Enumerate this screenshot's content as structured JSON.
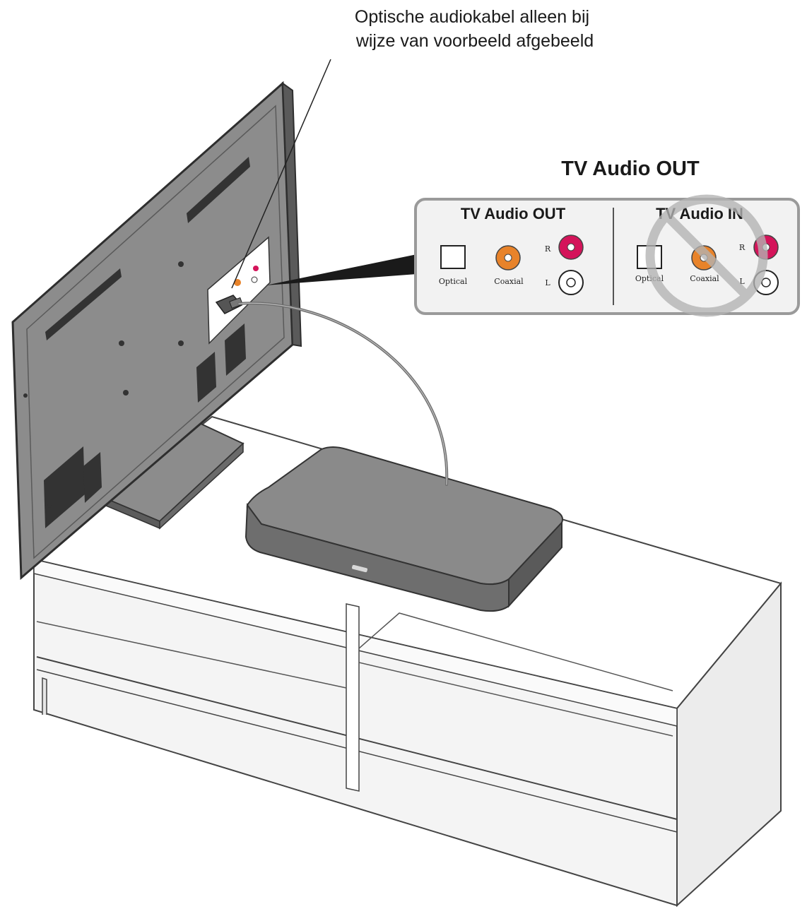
{
  "callout": {
    "line1": "Optische audiokabel alleen bij",
    "line2": "wijze van voorbeeld afgebeeld"
  },
  "heading": "TV Audio OUT",
  "panel": {
    "out_title": "TV Audio OUT",
    "in_title": "TV Audio IN",
    "optical_label": "Optical",
    "coaxial_label": "Coaxial",
    "r_label": "R",
    "l_label": "L",
    "in_optical_label": "Optical",
    "in_coaxial_label": "Coaxial",
    "in_r_label": "R",
    "in_l_label": "L"
  },
  "colors": {
    "tv_body": "#8c8c8c",
    "tv_dark": "#4a4a4a",
    "console": "#7a7a7a",
    "coaxial_orange": "#e8832a",
    "red_jack": "#d4145a",
    "panel_bg": "#f2f2f2",
    "panel_border": "#9a9a9a",
    "no_symbol": "#b3b3b3"
  }
}
